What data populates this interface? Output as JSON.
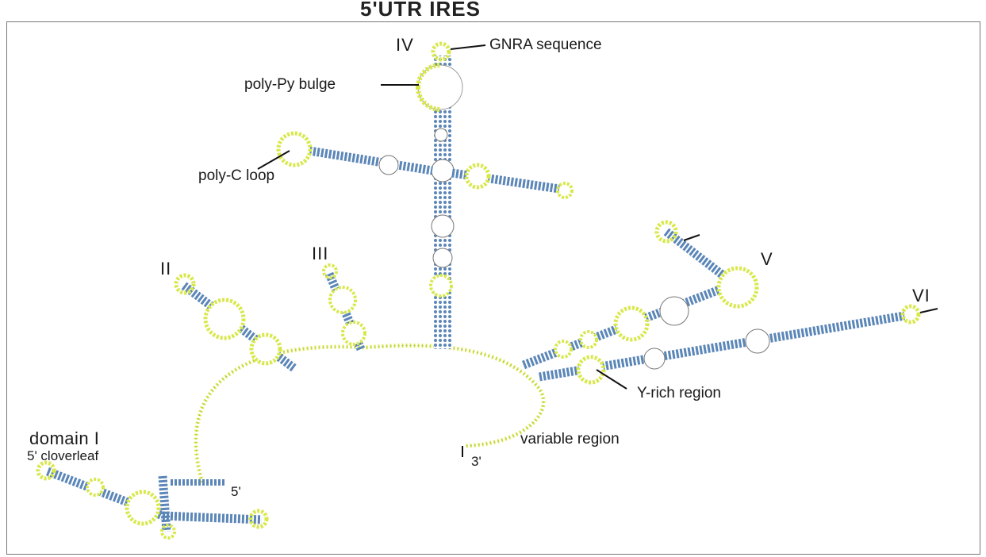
{
  "title": "5'UTR IRES",
  "domains": {
    "d1": "domain I",
    "d1_sub": "5' cloverleaf",
    "d2": "II",
    "d3": "III",
    "d4": "IV",
    "d5": "V",
    "d6": "VI"
  },
  "annotations": {
    "gnra": "GNRA sequence",
    "polypy": "poly-Py bulge",
    "polyc": "poly-C loop",
    "yrich": "Y-rich region",
    "variable": "variable region",
    "five_prime": "5'",
    "three_prime": "3'"
  },
  "colors": {
    "stem": "#5b86b8",
    "loop": "#d8e84a",
    "loop_edge": "#9aa82a",
    "line": "#111111",
    "tick": "#777777"
  }
}
